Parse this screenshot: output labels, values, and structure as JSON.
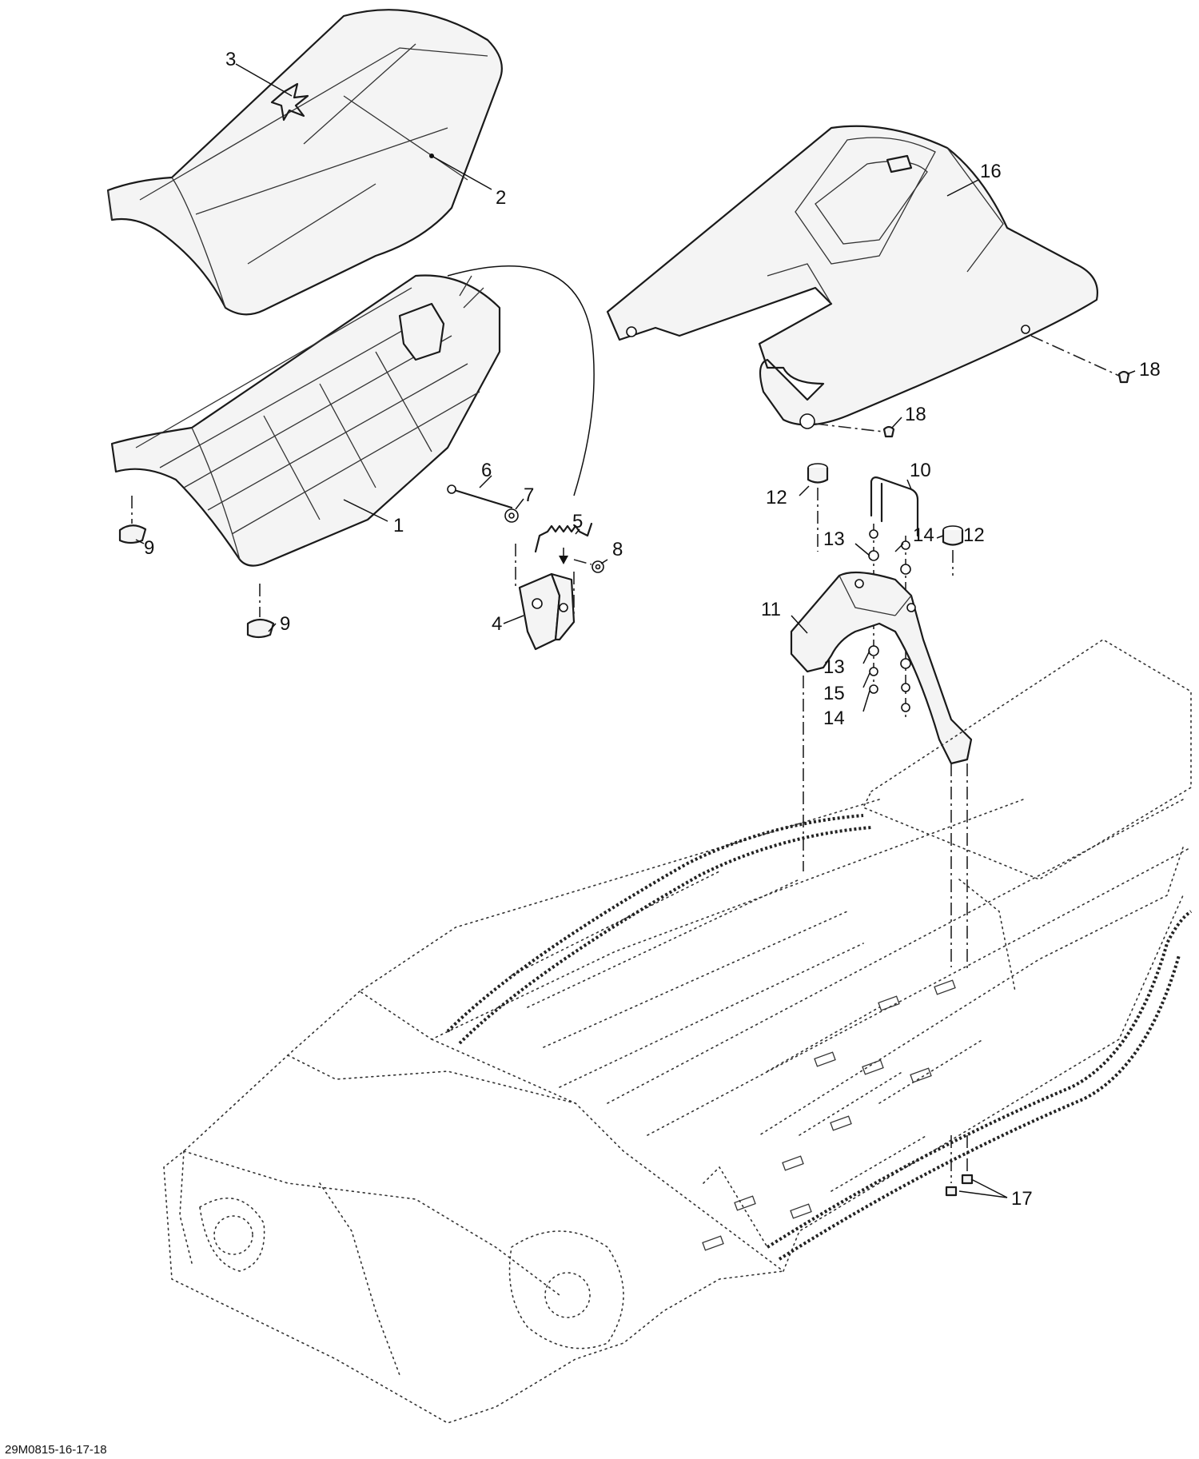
{
  "diagram": {
    "footer_code": "29M0815-16-17-18",
    "labels": {
      "l1": "1",
      "l2": "2",
      "l3": "3",
      "l4": "4",
      "l5": "5",
      "l6": "6",
      "l7": "7",
      "l8": "8",
      "l9a": "9",
      "l9b": "9",
      "l10": "10",
      "l11": "11",
      "l12a": "12",
      "l12b": "12",
      "l13a": "13",
      "l13b": "13",
      "l14a": "14",
      "l14b": "14",
      "l15": "15",
      "l16": "16",
      "l17": "17",
      "l18a": "18",
      "l18b": "18"
    }
  }
}
